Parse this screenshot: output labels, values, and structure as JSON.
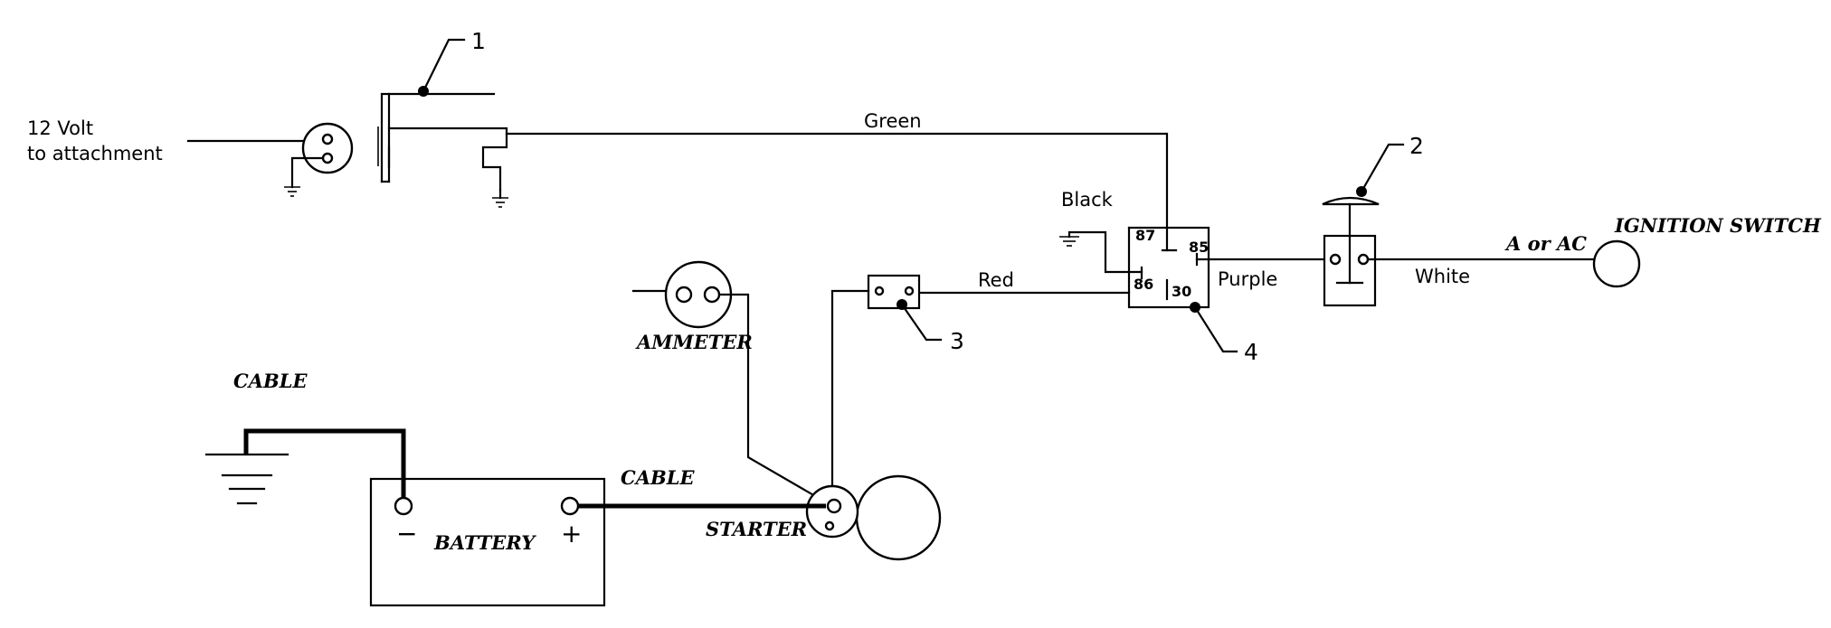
{
  "labels": {
    "supply_line1": "12 Volt",
    "supply_line2": "to attachment",
    "wire_green": "Green",
    "wire_black": "Black",
    "wire_red": "Red",
    "wire_purple": "Purple",
    "wire_white": "White",
    "cable_ground": "CABLE",
    "cable_positive": "CABLE",
    "ammeter": "AMMETER",
    "starter": "STARTER",
    "battery": "BATTERY",
    "battery_negative": "−",
    "battery_positive": "+",
    "ignition_terminal": "A or AC",
    "ignition_switch": "IGNITION SWITCH"
  },
  "relay_pins": {
    "pin87": "87",
    "pin85": "85",
    "pin86": "86",
    "pin30": "30"
  },
  "callouts": {
    "c1": "1",
    "c2": "2",
    "c3": "3",
    "c4": "4"
  }
}
